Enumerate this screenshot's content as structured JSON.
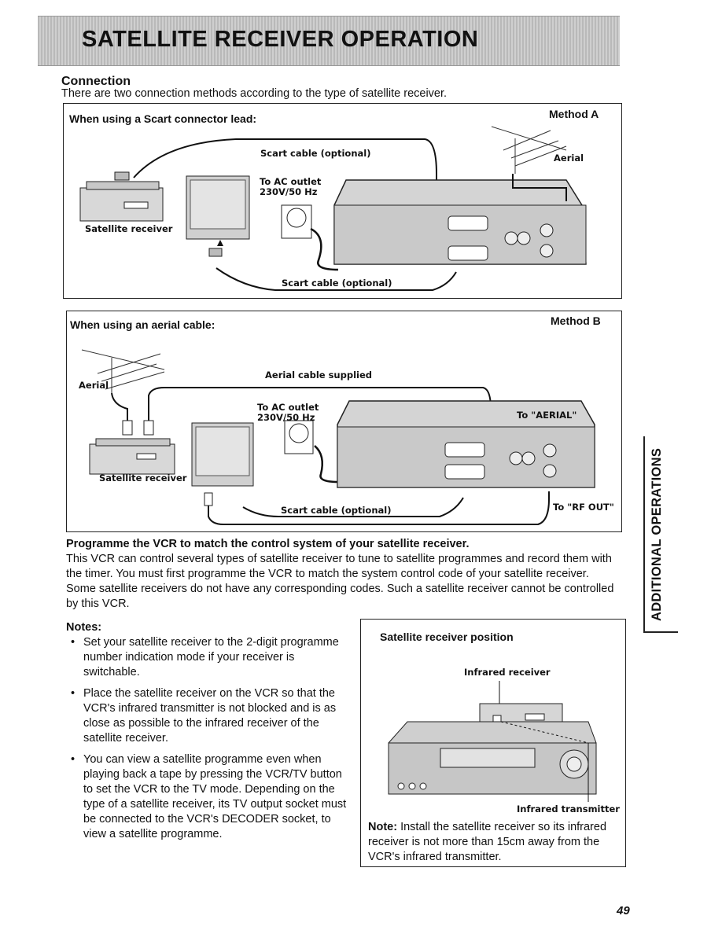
{
  "page": {
    "banner_title": "SATELLITE RECEIVER OPERATION",
    "side_tab": "ADDITIONAL OPERATIONS",
    "page_number": "49"
  },
  "connection": {
    "heading": "Connection",
    "intro": "There are two connection methods according to the type of satellite receiver."
  },
  "method_a": {
    "title": "When using a Scart connector lead:",
    "method": "Method A",
    "scart_top": "Scart cable (optional)",
    "ac_outlet": "To AC outlet",
    "voltage": "230V/50 Hz",
    "aerial": "Aerial",
    "satellite_receiver": "Satellite receiver",
    "scart_bottom": "Scart cable (optional)"
  },
  "method_b": {
    "title": "When using an aerial cable:",
    "method": "Method B",
    "aerial": "Aerial",
    "aerial_cable": "Aerial cable supplied",
    "ac_outlet": "To AC outlet",
    "voltage": "230V/50 Hz",
    "to_aerial": "To \"AERIAL\"",
    "satellite_receiver": "Satellite receiver",
    "scart": "Scart cable (optional)",
    "rf_out": "To \"RF OUT\""
  },
  "programme": {
    "heading": "Programme the VCR to match the control system of your satellite receiver.",
    "text": "This VCR can control several types of satellite receiver to tune to satellite programmes and record them with the timer. You must first programme the VCR to match the system control code of your satellite receiver. Some satellite receivers do not have any corresponding codes. Such a satellite receiver cannot be controlled by this VCR."
  },
  "notes": {
    "heading": "Notes:",
    "items": [
      "Set your satellite receiver to the 2-digit programme number indication mode if your receiver is switchable.",
      "Place the satellite receiver on the VCR so that the VCR's infrared transmitter is not blocked and is as close as possible to the infrared receiver of the satellite receiver.",
      "You can view a satellite programme even when playing back a tape by pressing the VCR/TV button to set the VCR to the TV mode. Depending on the type of a satellite receiver, its TV output socket must be connected to the VCR's DECODER socket, to view a satellite programme."
    ]
  },
  "position": {
    "title": "Satellite receiver position",
    "infrared_receiver": "Infrared receiver",
    "infrared_transmitter": "Infrared transmitter",
    "note_label": "Note:",
    "note_text": "Install the satellite receiver so its infrared receiver is not more than 15cm away from the VCR's infrared transmitter."
  }
}
